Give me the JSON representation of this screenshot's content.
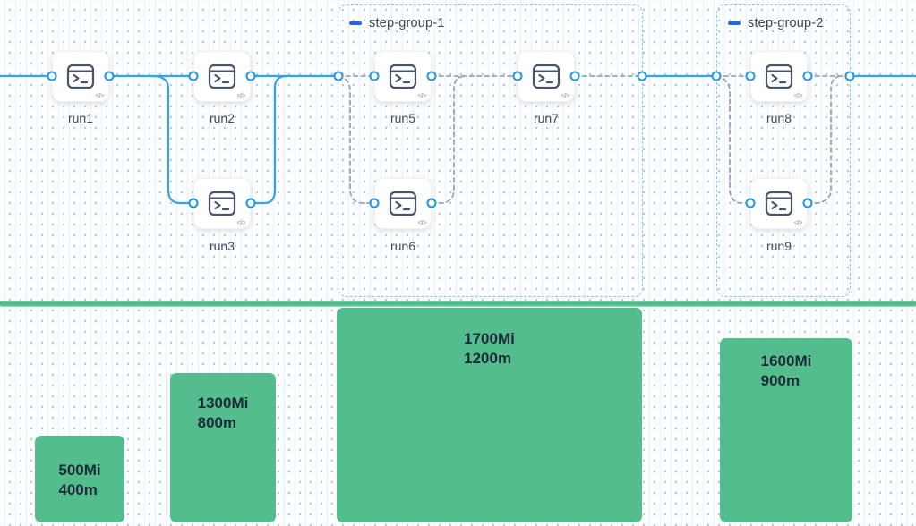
{
  "flow": {
    "nodes": [
      {
        "label": "run1"
      },
      {
        "label": "run2"
      },
      {
        "label": "run3"
      },
      {
        "label": "run5"
      },
      {
        "label": "run6"
      },
      {
        "label": "run7"
      },
      {
        "label": "run8"
      },
      {
        "label": "run9"
      }
    ],
    "groups": [
      {
        "label": "step-group-1"
      },
      {
        "label": "step-group-2"
      }
    ],
    "code_badge": "</>"
  },
  "resources": {
    "bars": [
      {
        "memory": "500Mi",
        "cpu": "400m"
      },
      {
        "memory": "1300Mi",
        "cpu": "800m"
      },
      {
        "memory": "1700Mi",
        "cpu": "1200m"
      },
      {
        "memory": "1600Mi",
        "cpu": "900m"
      }
    ]
  },
  "colors": {
    "edge_solid": "#33a4e7",
    "edge_dashed": "#99a3b1",
    "port_ring": "#1e96e1",
    "group_border": "#85c8f0",
    "group_dash_icon": "#2368e0",
    "separator": "#4fbc8c",
    "bar_fill": "#53bd8e",
    "bar_text": "#1d2b38"
  }
}
